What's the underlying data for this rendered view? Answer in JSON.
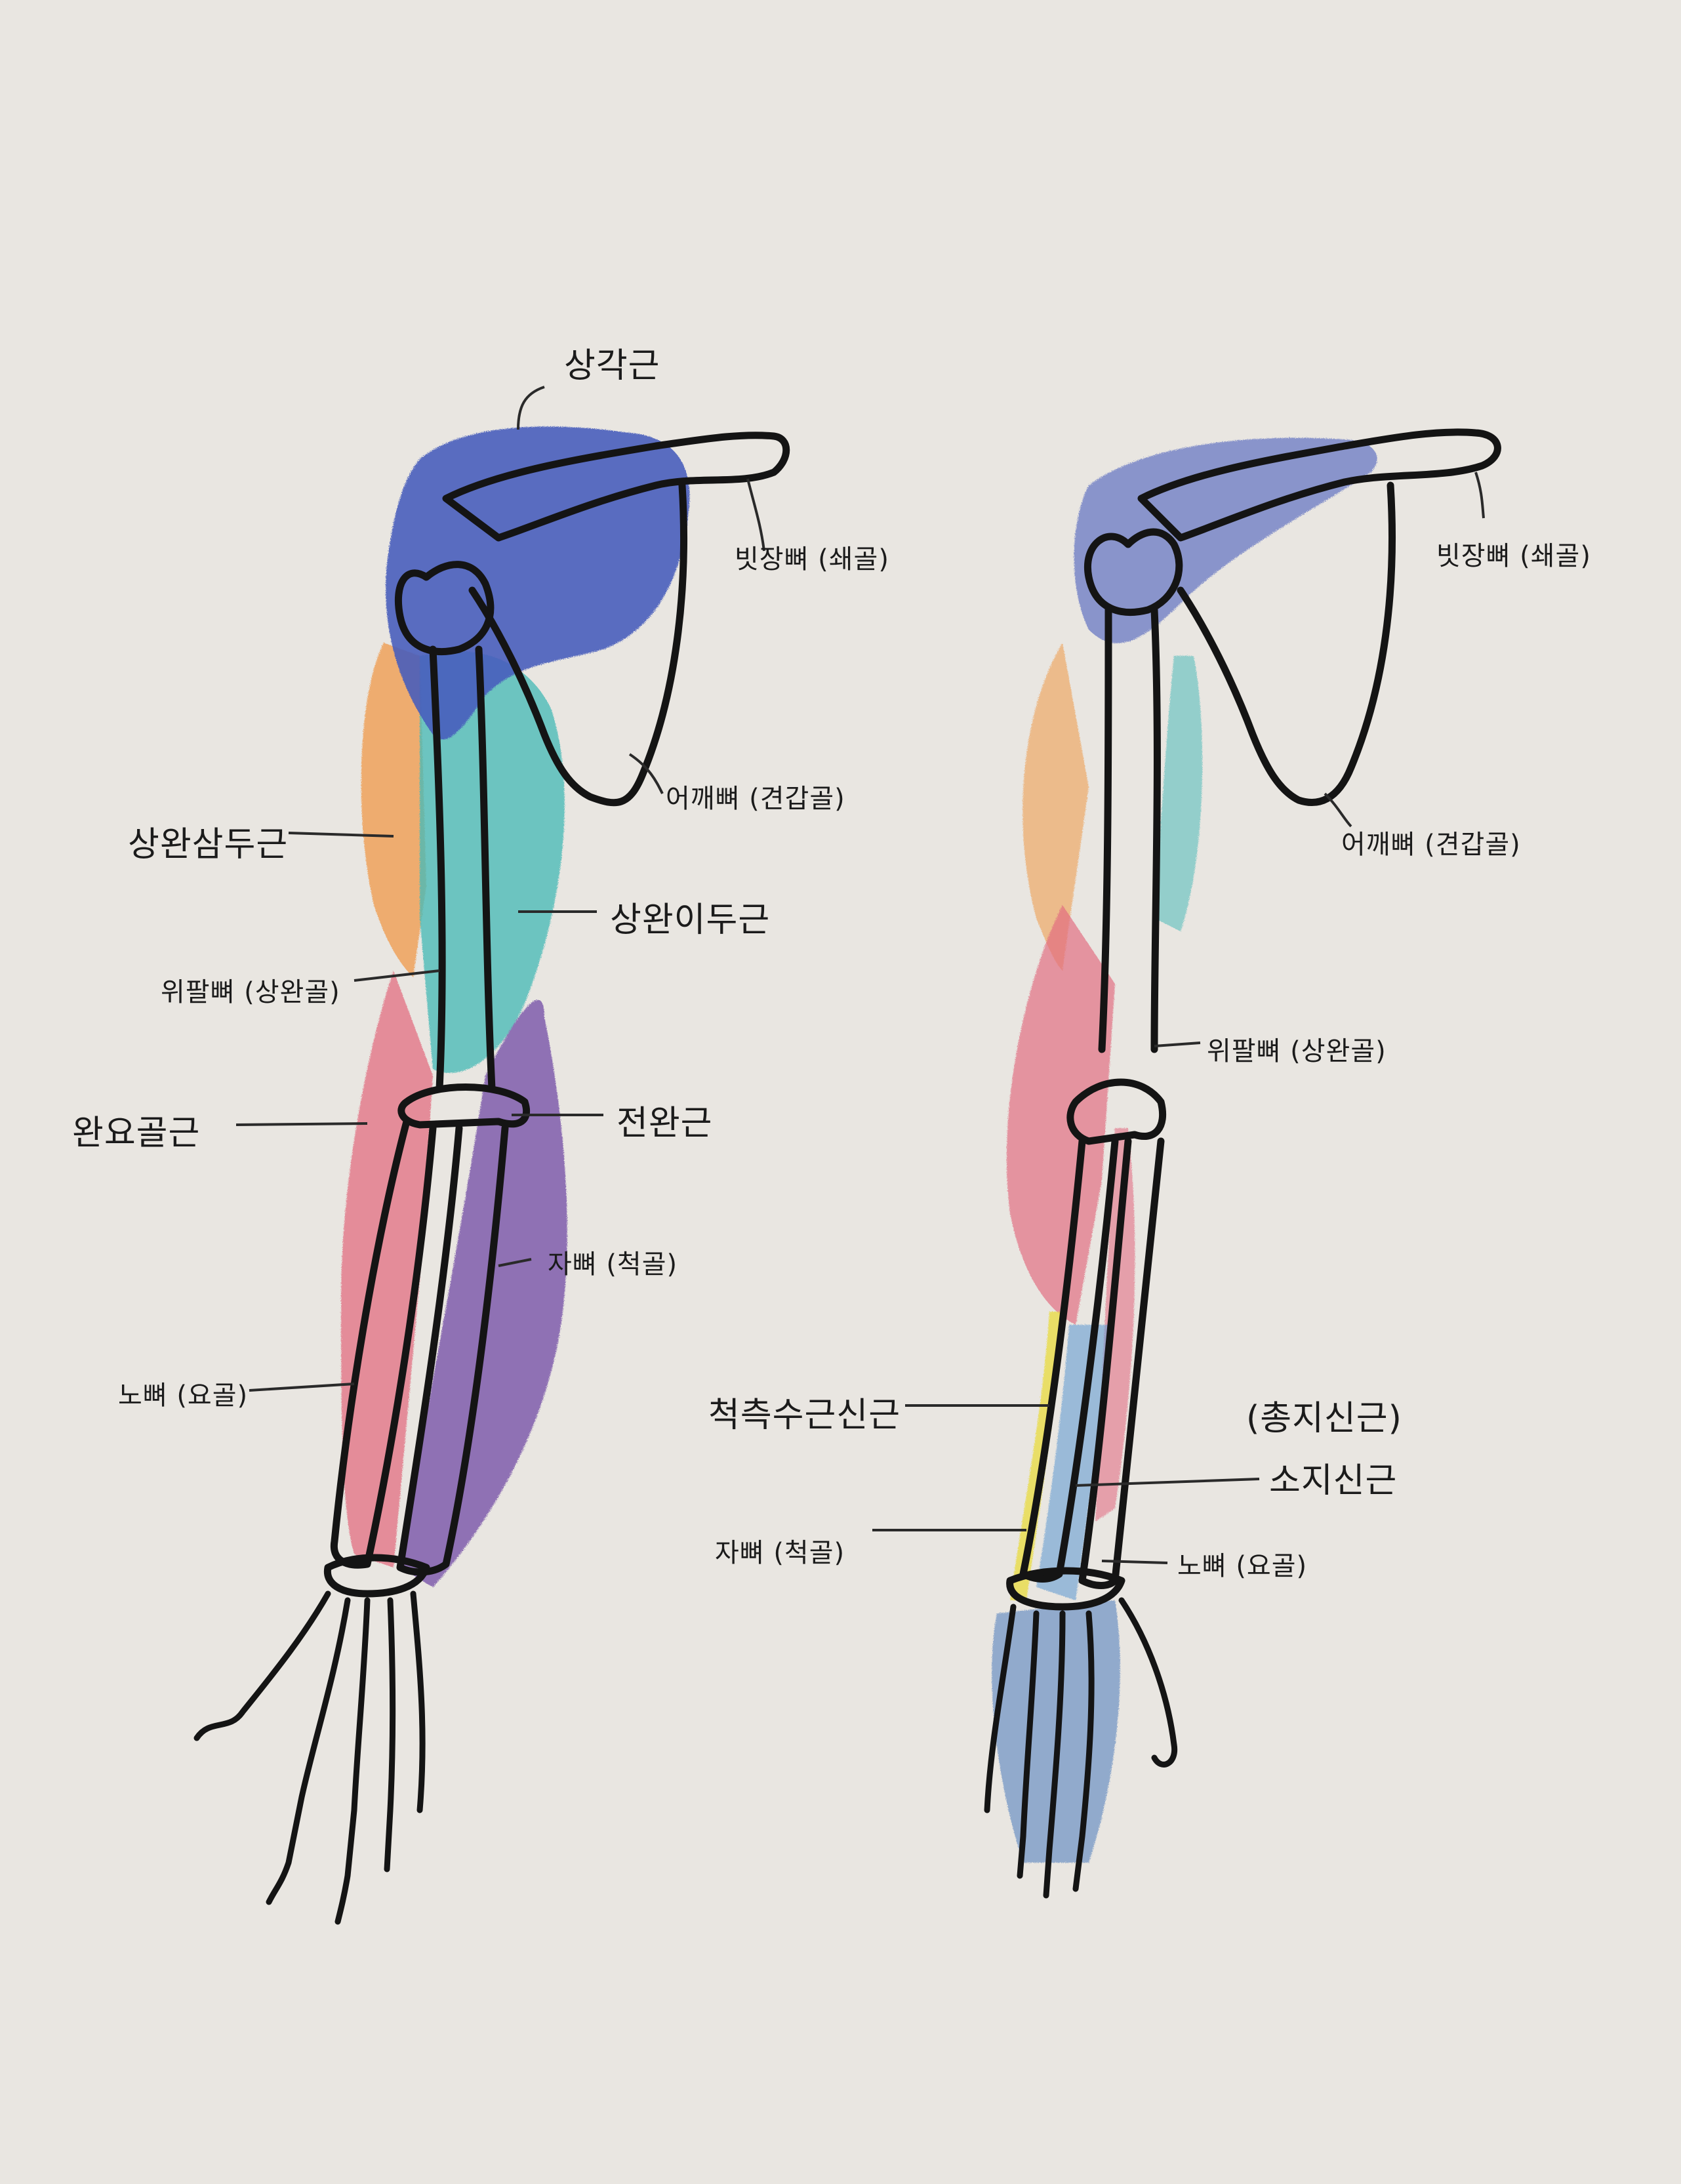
{
  "diagram": {
    "front_arm": {
      "labels": {
        "deltoid": "상각근",
        "clavicle": "빗장뼈 (쇄골)",
        "scapula": "어깨뼈 (견갑골)",
        "triceps": "상완삼두근",
        "biceps": "상완이두근",
        "humerus": "위팔뼈 (상완골)",
        "brachioradialis": "완요골근",
        "pronator": "전완근",
        "ulna": "자뼈 (척골)",
        "radius": "노뼈 (요골)"
      }
    },
    "back_arm": {
      "labels": {
        "clavicle": "빗장뼈 (쇄골)",
        "scapula": "어깨뼈 (견갑골)",
        "humerus": "위팔뼈 (상완골)",
        "extensor_carpi_ulnaris": "척측수근신근",
        "extensor_digitorum": "(총지신근)",
        "extensor_digiti_minimi": "소지신근",
        "ulna": "자뼈 (척골)",
        "radius": "노뼈 (요골)"
      }
    },
    "colors": {
      "paper": "#e9e6e1",
      "ink": "#141414",
      "deltoid": "#2b45b5",
      "triceps": "#f08a2c",
      "biceps": "#2fb3b0",
      "forearm_red": "#e0506a",
      "forearm_purple": "#5b2c9a",
      "extensor_blue": "#4f8fd0",
      "extensor_yellow": "#e8d92a"
    }
  }
}
